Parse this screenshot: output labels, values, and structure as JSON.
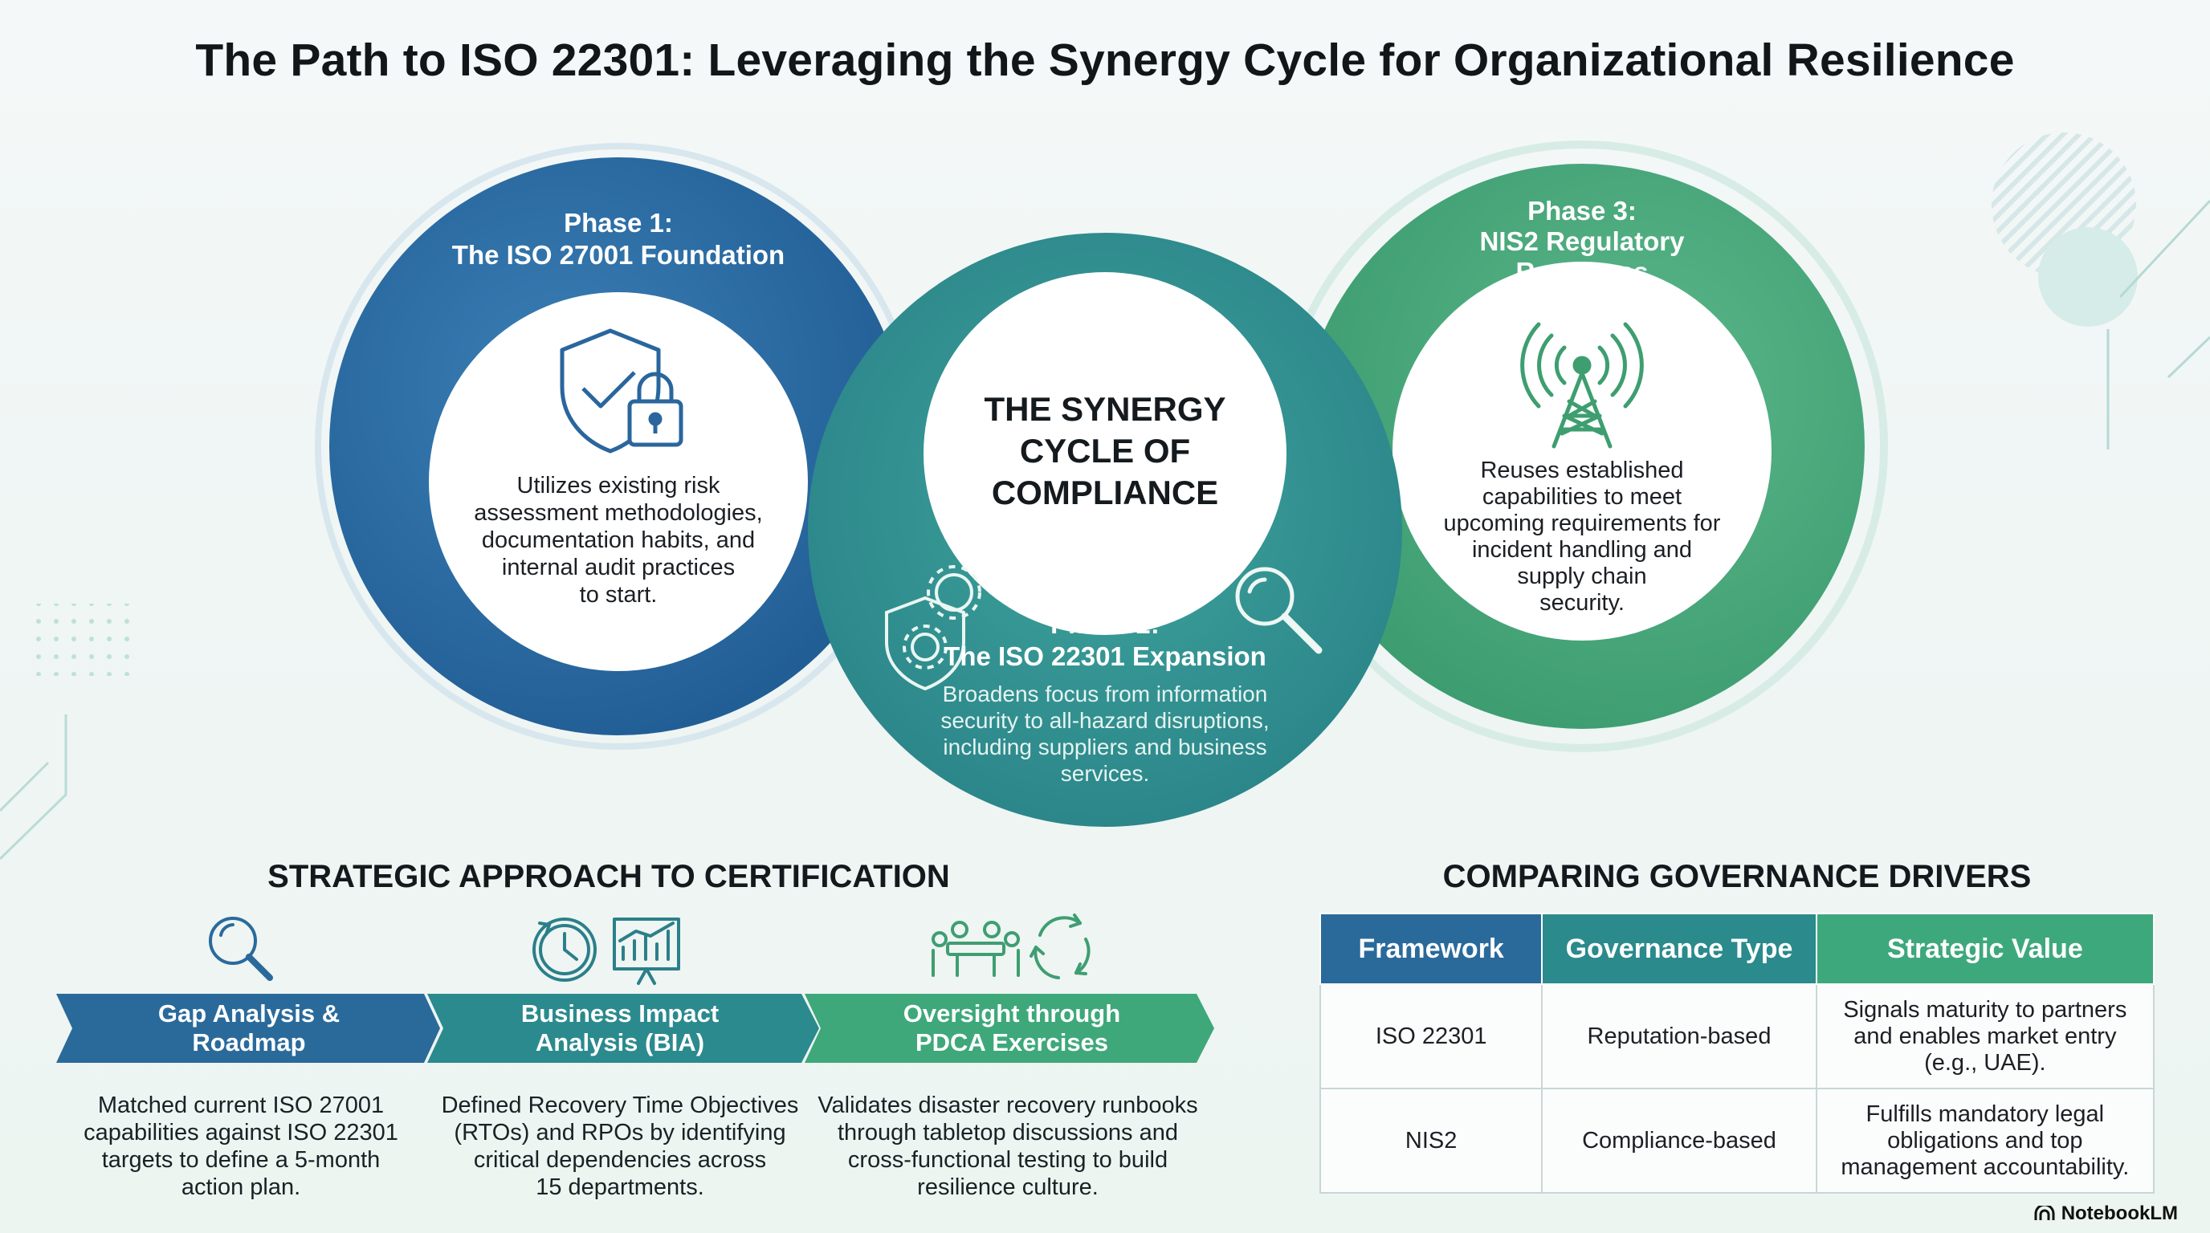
{
  "title": "The Path to ISO 22301: Leveraging the Synergy Cycle for Organizational Resilience",
  "cycle": {
    "center_title": [
      "THE SYNERGY",
      "CYCLE OF",
      "COMPLIANCE"
    ],
    "phase1": {
      "title": [
        "Phase 1:",
        "The ISO 27001 Foundation"
      ],
      "body": [
        "Utilizes existing risk",
        "assessment methodologies,",
        "documentation habits, and",
        "internal audit practices",
        "to start."
      ],
      "icon": "shield-lock-icon",
      "color": "#2a669d"
    },
    "phase2": {
      "title": [
        "Phase 2:",
        "The ISO 22301 Expansion"
      ],
      "body": [
        "Broadens focus from information",
        "security to all-hazard disruptions,",
        "including suppliers and business",
        "services."
      ],
      "icons": [
        "shield-gear-icon",
        "magnifier-icon"
      ],
      "color": "#2c8f8c"
    },
    "phase3": {
      "title": [
        "Phase 3:",
        "NIS2 Regulatory",
        "Readiness"
      ],
      "body": [
        "Reuses established",
        "capabilities to meet",
        "upcoming requirements for",
        "incident handling and",
        "supply chain",
        "security."
      ],
      "icon": "radio-tower-icon",
      "color": "#49a877"
    }
  },
  "strategic": {
    "heading": "STRATEGIC APPROACH TO CERTIFICATION",
    "steps": [
      {
        "label": [
          "Gap Analysis &",
          "Roadmap"
        ],
        "desc": [
          "Matched current ISO 27001",
          "capabilities against ISO 22301",
          "targets to define a 5-month",
          "action plan."
        ],
        "icons": [
          "magnifier-icon"
        ],
        "color": "#2a6a9b"
      },
      {
        "label": [
          "Business Impact",
          "Analysis (BIA)"
        ],
        "desc": [
          "Defined Recovery Time Objectives",
          "(RTOs) and RPOs by identifying",
          "critical dependencies across",
          "15 departments."
        ],
        "icons": [
          "clock-icon",
          "chart-board-icon"
        ],
        "color": "#2b8a8d"
      },
      {
        "label": [
          "Oversight through",
          "PDCA Exercises"
        ],
        "desc": [
          "Validates disaster recovery runbooks",
          "through tabletop discussions and",
          "cross-functional testing to build",
          "resilience culture."
        ],
        "icons": [
          "team-meeting-icon",
          "cycle-arrows-icon"
        ],
        "color": "#3ea87a"
      }
    ]
  },
  "comparison": {
    "heading": "COMPARING GOVERNANCE DRIVERS",
    "columns": [
      "Framework",
      "Governance Type",
      "Strategic Value"
    ],
    "rows": [
      [
        "ISO 22301",
        "Reputation-based",
        "Signals maturity to partners and enables market entry (e.g., UAE)."
      ],
      [
        "NIS2",
        "Compliance-based",
        "Fulfills mandatory legal obligations and top management accountability."
      ]
    ]
  },
  "brand": "NotebookLM"
}
